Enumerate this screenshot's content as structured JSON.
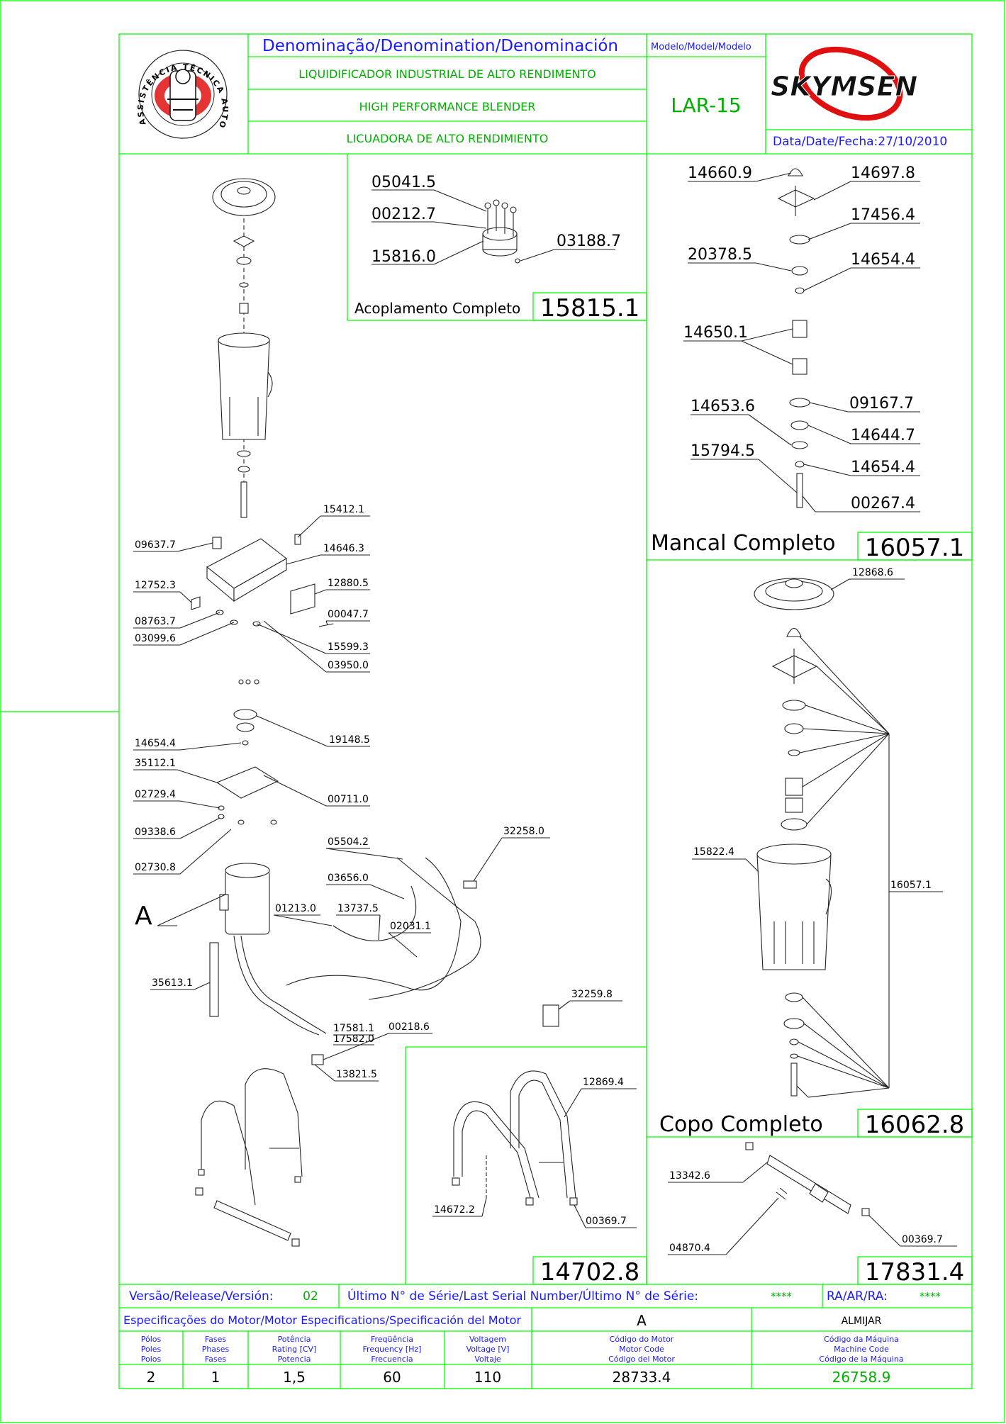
{
  "header": {
    "denomination_title": "Denominação/Denomination/Denominación",
    "model_title": "Modelo/Model/Modelo",
    "desc_pt": "LIQUIDIFICADOR INDUSTRIAL DE ALTO RENDIMENTO",
    "desc_en": "HIGH PERFORMANCE BLENDER",
    "desc_es": "LICUADORA DE ALTO RENDIMIENTO",
    "model": "LAR-15",
    "brand": "SKYMSEN",
    "date": "Data/Date/Fecha:27/10/2010",
    "badge_text": "ASSISTÊNCIA TÉCNICA AUTORIZADA"
  },
  "coupling": {
    "title": "Acoplamento Completo",
    "code": "15815.1",
    "parts": [
      "05041.5",
      "00212.7",
      "15816.0",
      "03188.7"
    ]
  },
  "bearing": {
    "title": "Mancal Completo",
    "code": "16057.1",
    "parts": [
      "14660.9",
      "14697.8",
      "17456.4",
      "20378.5",
      "14654.4",
      "14650.1",
      "09167.7",
      "14653.6",
      "14644.7",
      "15794.5",
      "14654.4",
      "00267.4"
    ]
  },
  "cup": {
    "title": "Copo Completo",
    "code": "16062.8",
    "parts": [
      "12868.6",
      "15822.4",
      "16057.1"
    ]
  },
  "stand": {
    "code": "14702.8",
    "parts": [
      "12869.4",
      "14672.2",
      "00369.7"
    ]
  },
  "base": {
    "code": "17831.4",
    "parts": [
      "13342.6",
      "04870.4",
      "00369.7"
    ]
  },
  "main_parts": [
    "15412.1",
    "09637.7",
    "14646.3",
    "12752.3",
    "12880.5",
    "00047.7",
    "08763.7",
    "03099.6",
    "15599.3",
    "03950.0",
    "14654.4",
    "19148.5",
    "35112.1",
    "02729.4",
    "00711.0",
    "09338.6",
    "02730.8",
    "32258.0",
    "05504.2",
    "03656.0",
    "A",
    "01213.0",
    "13737.5",
    "02031.1",
    "35613.1",
    "32259.8",
    "17581.1",
    "17582.0",
    "00218.6",
    "13821.5"
  ],
  "footer": {
    "release_label": "Versão/Release/Versión:",
    "release_value": "02",
    "serial_label": "Último N° de Série/Last Serial Number/Último N° de Série:",
    "serial_value": "****",
    "ra_label": "RA/AR/RA:",
    "ra_value": "****",
    "motor_spec_label": "Especificações do Motor/Motor Especifications/Specificación del Motor",
    "motor_letter": "A",
    "supplier": "ALMIJAR",
    "headers": [
      [
        "Pólos",
        "Poles",
        "Polos"
      ],
      [
        "Fases",
        "Phases",
        "Fases"
      ],
      [
        "Potência",
        "Rating [CV]",
        "Potencia"
      ],
      [
        "Freqüência",
        "Frequency [Hz]",
        "Frecuencia"
      ],
      [
        "Voltagem",
        "Voltage [V]",
        "Voltaje"
      ],
      [
        "Código do Motor",
        "Motor Code",
        "Código del Motor"
      ],
      [
        "Código da Máquina",
        "Machine Code",
        "Código de la Máquina"
      ]
    ],
    "values": [
      "2",
      "1",
      "1,5",
      "60",
      "110",
      "28733.4",
      "26758.9"
    ]
  },
  "colors": {
    "frame": "#00ff00",
    "label_blue": "#1a1aff",
    "brand_red": "#e01010"
  }
}
